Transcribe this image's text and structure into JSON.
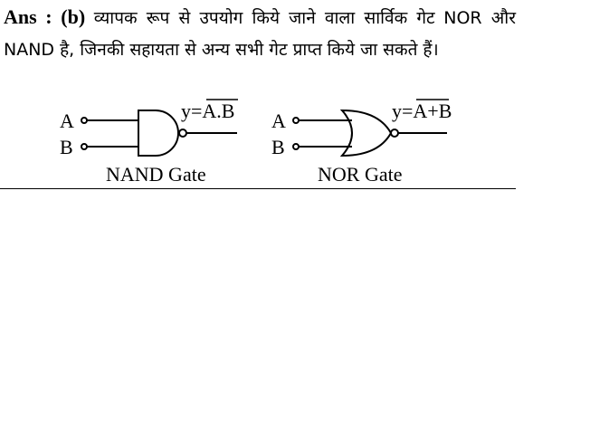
{
  "answer": {
    "label": "Ans :",
    "option": "(b)",
    "text_1": "व्यापक रूप से उपयोग किये जाने वाला सार्विक गेट",
    "text_2": "NOR और NAND है, जिनकी सहायता से अन्य सभी गेट प्राप्त",
    "text_3": "किये जा सकते हैं।"
  },
  "figure": {
    "nand": {
      "input_a": "A",
      "input_b": "B",
      "output_prefix": "y=",
      "output_expr": "A.B",
      "caption": "NAND Gate"
    },
    "nor": {
      "input_a": "A",
      "input_b": "B",
      "output_prefix": "y=",
      "output_expr": "A+B",
      "caption": "NOR Gate"
    }
  }
}
